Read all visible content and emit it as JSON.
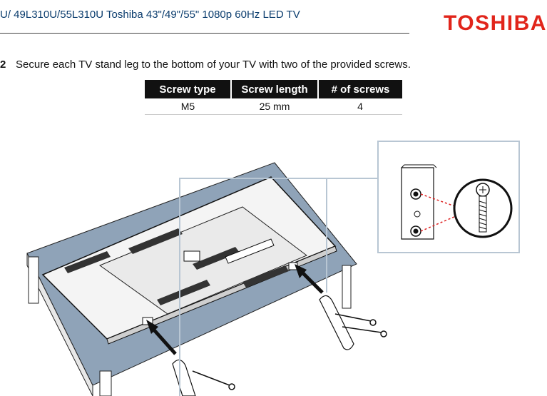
{
  "header": {
    "title": "U/ 49L310U/55L310U Toshiba 43\"/49\"/55\" 1080p 60Hz LED TV",
    "brand": "TOSHIBA",
    "brand_color": "#e1251b"
  },
  "step": {
    "number": "2",
    "text": "Secure each TV stand leg to the bottom of your TV with two of the provided screws."
  },
  "screw_table": {
    "headers": [
      "Screw type",
      "Screw length",
      "# of screws"
    ],
    "rows": [
      [
        "M5",
        "25 mm",
        "4"
      ]
    ]
  },
  "illustration": {
    "description_icons": [
      "tv-back-panel",
      "stand-leg",
      "screw",
      "arrow",
      "detail-inset"
    ]
  }
}
